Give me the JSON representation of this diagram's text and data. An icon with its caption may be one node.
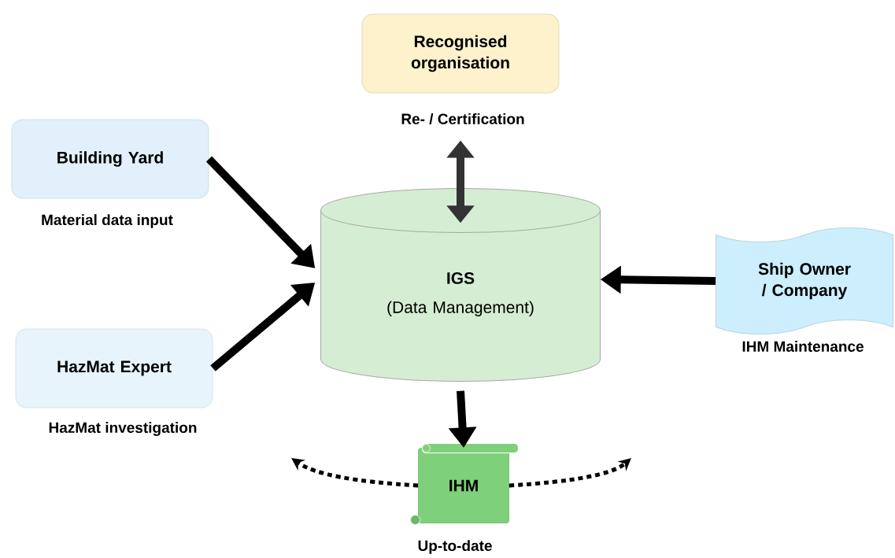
{
  "diagram": {
    "nodes": [
      {
        "text": [
          "Recognised organisation"
        ],
        "beside": [
          "Re- / Certification"
        ]
      },
      {
        "text": [
          "Building Yard"
        ],
        "beside": [
          "Material data input"
        ]
      },
      {
        "text": [
          "HazMat Expert"
        ],
        "beside": [
          "HazMat investigation"
        ]
      },
      {
        "text": [
          "IGS",
          "(Data Management)"
        ]
      },
      {
        "text": [
          "Ship Owner / Company"
        ],
        "beside": [
          "IHM Maintenance"
        ]
      },
      {
        "text": [
          "IHM"
        ],
        "beside": [
          "Up-to-date"
        ]
      }
    ],
    "edges": [
      {
        "from": 0,
        "to": 3,
        "arrow": "both",
        "color": "#333333"
      },
      {
        "from": 1,
        "to": 3,
        "arrow": "to"
      },
      {
        "from": 2,
        "to": 3,
        "arrow": "to"
      },
      {
        "from": 4,
        "to": 3,
        "arrow": "to"
      },
      {
        "from": 3,
        "to": 5,
        "arrow": "to"
      },
      {
        "from": 5,
        "to": null,
        "arrow": "to",
        "style": "dashed"
      },
      {
        "from": 5,
        "to": null,
        "arrow": "to",
        "style": "dashed"
      }
    ]
  }
}
